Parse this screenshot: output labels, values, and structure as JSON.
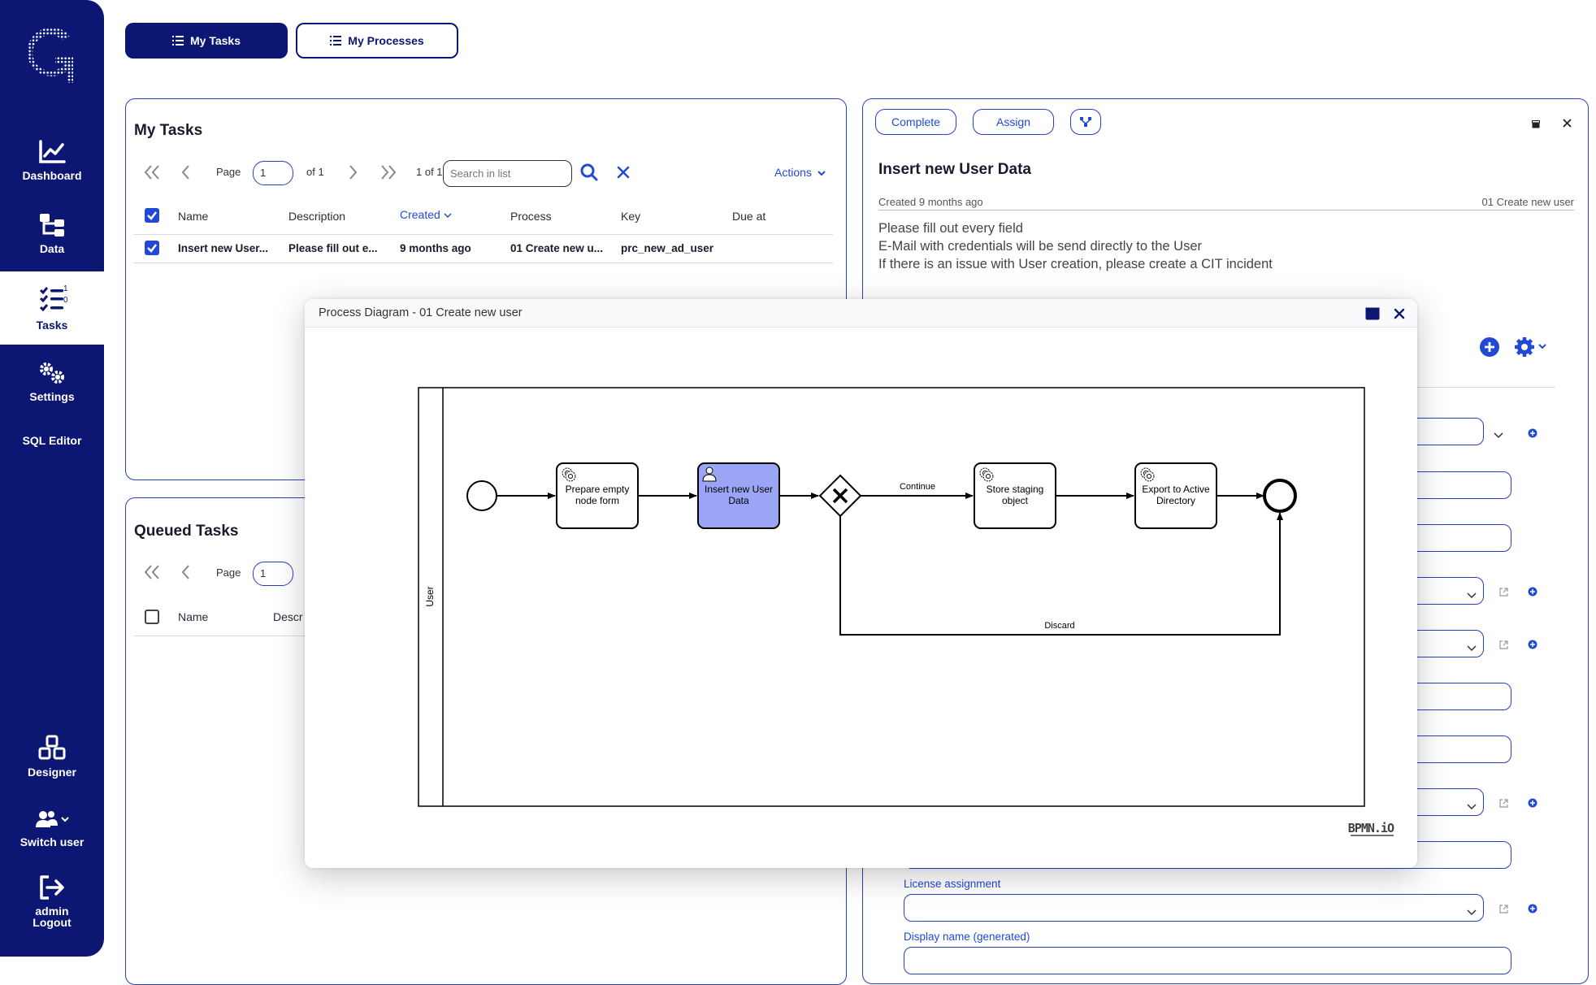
{
  "sidebar": {
    "items": [
      {
        "label": "Dashboard",
        "icon": "chart-line-icon"
      },
      {
        "label": "Data",
        "icon": "data-hierarchy-icon"
      },
      {
        "label": "Tasks",
        "icon": "tasks-list-icon",
        "badge_top": "1",
        "badge_bottom": "0"
      },
      {
        "label": "Settings",
        "icon": "gears-icon"
      },
      {
        "label": "SQL Editor"
      },
      {
        "label": "Designer",
        "icon": "cubes-icon"
      },
      {
        "label": "Switch user",
        "icon": "users-icon"
      },
      {
        "label": "admin",
        "sub": "Logout",
        "icon": "logout-icon"
      }
    ]
  },
  "top_tabs": {
    "my_tasks": "My Tasks",
    "my_processes": "My Processes"
  },
  "my_tasks": {
    "title": "My Tasks",
    "page_label": "Page",
    "page_value": "1",
    "of_label": "of 1",
    "count_label": "1 of 1",
    "search_placeholder": "Search in list",
    "actions_label": "Actions",
    "columns": [
      "Name",
      "Description",
      "Created",
      "Process",
      "Key",
      "Due at"
    ],
    "rows": [
      {
        "name": "Insert new User...",
        "description": "Please fill out e...",
        "created": "9 months ago",
        "process": "01 Create new u...",
        "key": "prc_new_ad_user",
        "due": ""
      }
    ]
  },
  "queued_tasks": {
    "title": "Queued Tasks",
    "page_label": "Page",
    "page_value": "1",
    "columns": [
      "Name",
      "Descr"
    ]
  },
  "detail": {
    "complete_label": "Complete",
    "assign_label": "Assign",
    "title": "Insert new User Data",
    "created": "Created 9 months ago",
    "process": "01 Create new user",
    "description_lines": [
      "Please fill out every field",
      "E-Mail with credentials will be send directly to the User",
      "If there is an issue with User creation, please create a CIT incident"
    ],
    "license_label": "License assignment",
    "display_name_label": "Display name (generated)"
  },
  "modal": {
    "title": "Process Diagram - 01 Create new user",
    "lane_label": "User",
    "tasks": [
      "Prepare empty node form",
      "Insert new User Data",
      "Store staging object",
      "Export to Active Directory"
    ],
    "flow_continue": "Continue",
    "flow_discard": "Discard",
    "watermark": "BPMN.iO"
  },
  "colors": {
    "sidebar": "#0b1772",
    "accent": "#2249d6",
    "active_task": "#9aa5f5"
  }
}
